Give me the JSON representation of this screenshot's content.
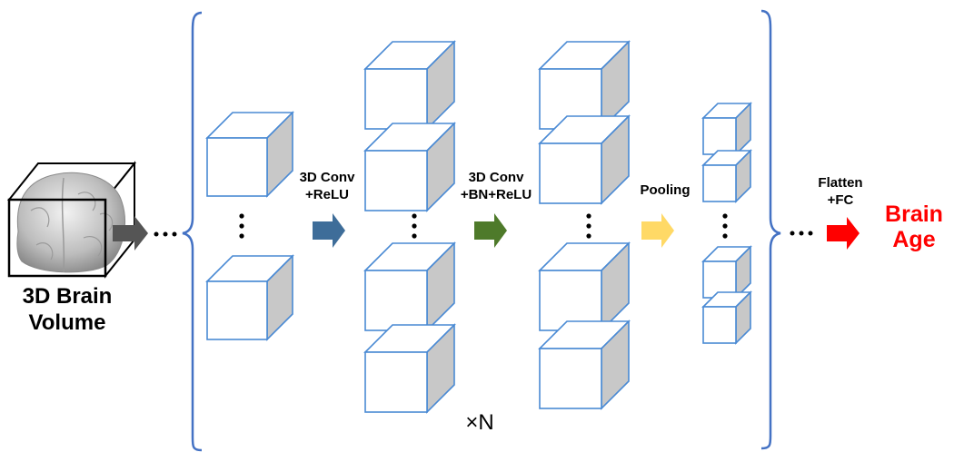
{
  "input": {
    "line1": "3D Brain",
    "line2": "Volume"
  },
  "ops": {
    "conv_relu": {
      "line1": "3D Conv",
      "line2": "+ReLU",
      "color": "#3e6d99"
    },
    "conv_bn_relu": {
      "line1": "3D Conv",
      "line2": "+BN+ReLU",
      "color": "#4e7a2a"
    },
    "pooling": {
      "line1": "Pooling",
      "color": "#ffd966"
    },
    "flatten_fc": {
      "line1": "Flatten",
      "line2": "+FC",
      "color": "#ff0000"
    }
  },
  "output": {
    "line1": "Brain",
    "line2": "Age",
    "color": "#ff0000"
  },
  "repeat": {
    "label": "×N"
  },
  "colors": {
    "cube_edge": "#4a8ad4",
    "cube_side": "#c8c8c8",
    "brace": "#4472c4",
    "input_arrow": "#555555",
    "text": "#000000"
  },
  "icons": {
    "volume": "brain-volume-cube",
    "feature_map": "feature-map-cube",
    "arrow": "block-arrow-right",
    "vertical_ellipsis": "vertical-ellipsis",
    "horizontal_ellipsis": "horizontal-ellipsis",
    "brace": "curly-bracket"
  }
}
